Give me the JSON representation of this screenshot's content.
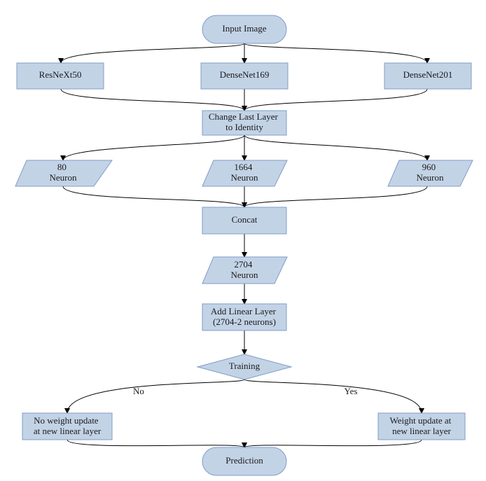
{
  "colors": {
    "node_fill": "#c3d3e6",
    "node_border": "#7f9cc7",
    "edge": "#000000",
    "text": "#1a1a1a"
  },
  "nodes": {
    "input_image": "Input Image",
    "resnext50": "ResNeXt50",
    "densenet169": "DenseNet169",
    "densenet201": "DenseNet201",
    "change_last_layer": [
      "Change Last Layer",
      "to Identity"
    ],
    "neuron_80": [
      "80",
      "Neuron"
    ],
    "neuron_1664": [
      "1664",
      "Neuron"
    ],
    "neuron_960": [
      "960",
      "Neuron"
    ],
    "concat": "Concat",
    "neuron_2704": [
      "2704",
      "Neuron"
    ],
    "add_linear_layer": [
      "Add Linear Layer",
      "(2704-2 neurons)"
    ],
    "training": "Training",
    "no_weight_update": [
      "No weight update",
      "at new linear layer"
    ],
    "weight_update": [
      "Weight update at",
      "new linear layer"
    ],
    "prediction": "Prediction"
  },
  "edge_labels": {
    "no": "No",
    "yes": "Yes"
  }
}
